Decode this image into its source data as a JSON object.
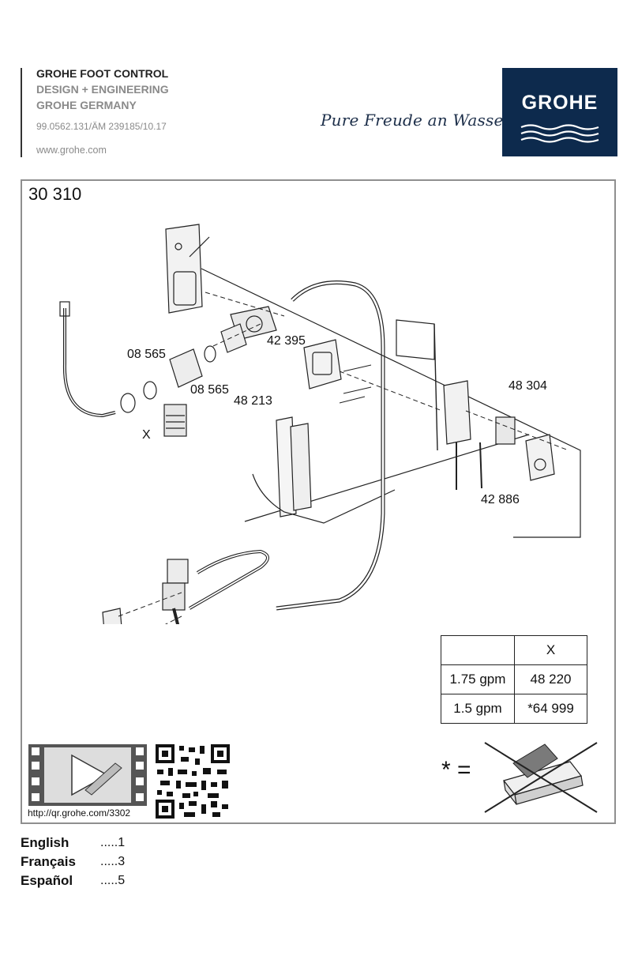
{
  "header": {
    "line1": "GROHE FOOT CONTROL",
    "line2": "DESIGN + ENGINEERING",
    "line3": "GROHE GERMANY",
    "doc_code": "99.0562.131/ÄM 239185/10.17",
    "website": "www.grohe.com"
  },
  "slogan": "Pure Freude an Wasser",
  "logo": {
    "text": "GROHE",
    "bg_color": "#0d2a4d"
  },
  "model_number": "30 310",
  "parts": {
    "p1": "08 565",
    "p2": "42 395",
    "p3": "08 565",
    "p4": "48 213",
    "p5": "X",
    "p6": "48 304",
    "p7": "42 886"
  },
  "spec_table": {
    "header": [
      "",
      "X"
    ],
    "rows": [
      {
        "flow": "1.75 gpm",
        "part": "48 220"
      },
      {
        "flow": "1.5 gpm",
        "part": "*64 999"
      }
    ]
  },
  "qr_url": "http://qr.grohe.com/3302",
  "star_note": "* =",
  "languages": [
    {
      "name": "English",
      "page": ".....1"
    },
    {
      "name": "Français",
      "page": ".....3"
    },
    {
      "name": "Español",
      "page": ".....5"
    }
  ]
}
